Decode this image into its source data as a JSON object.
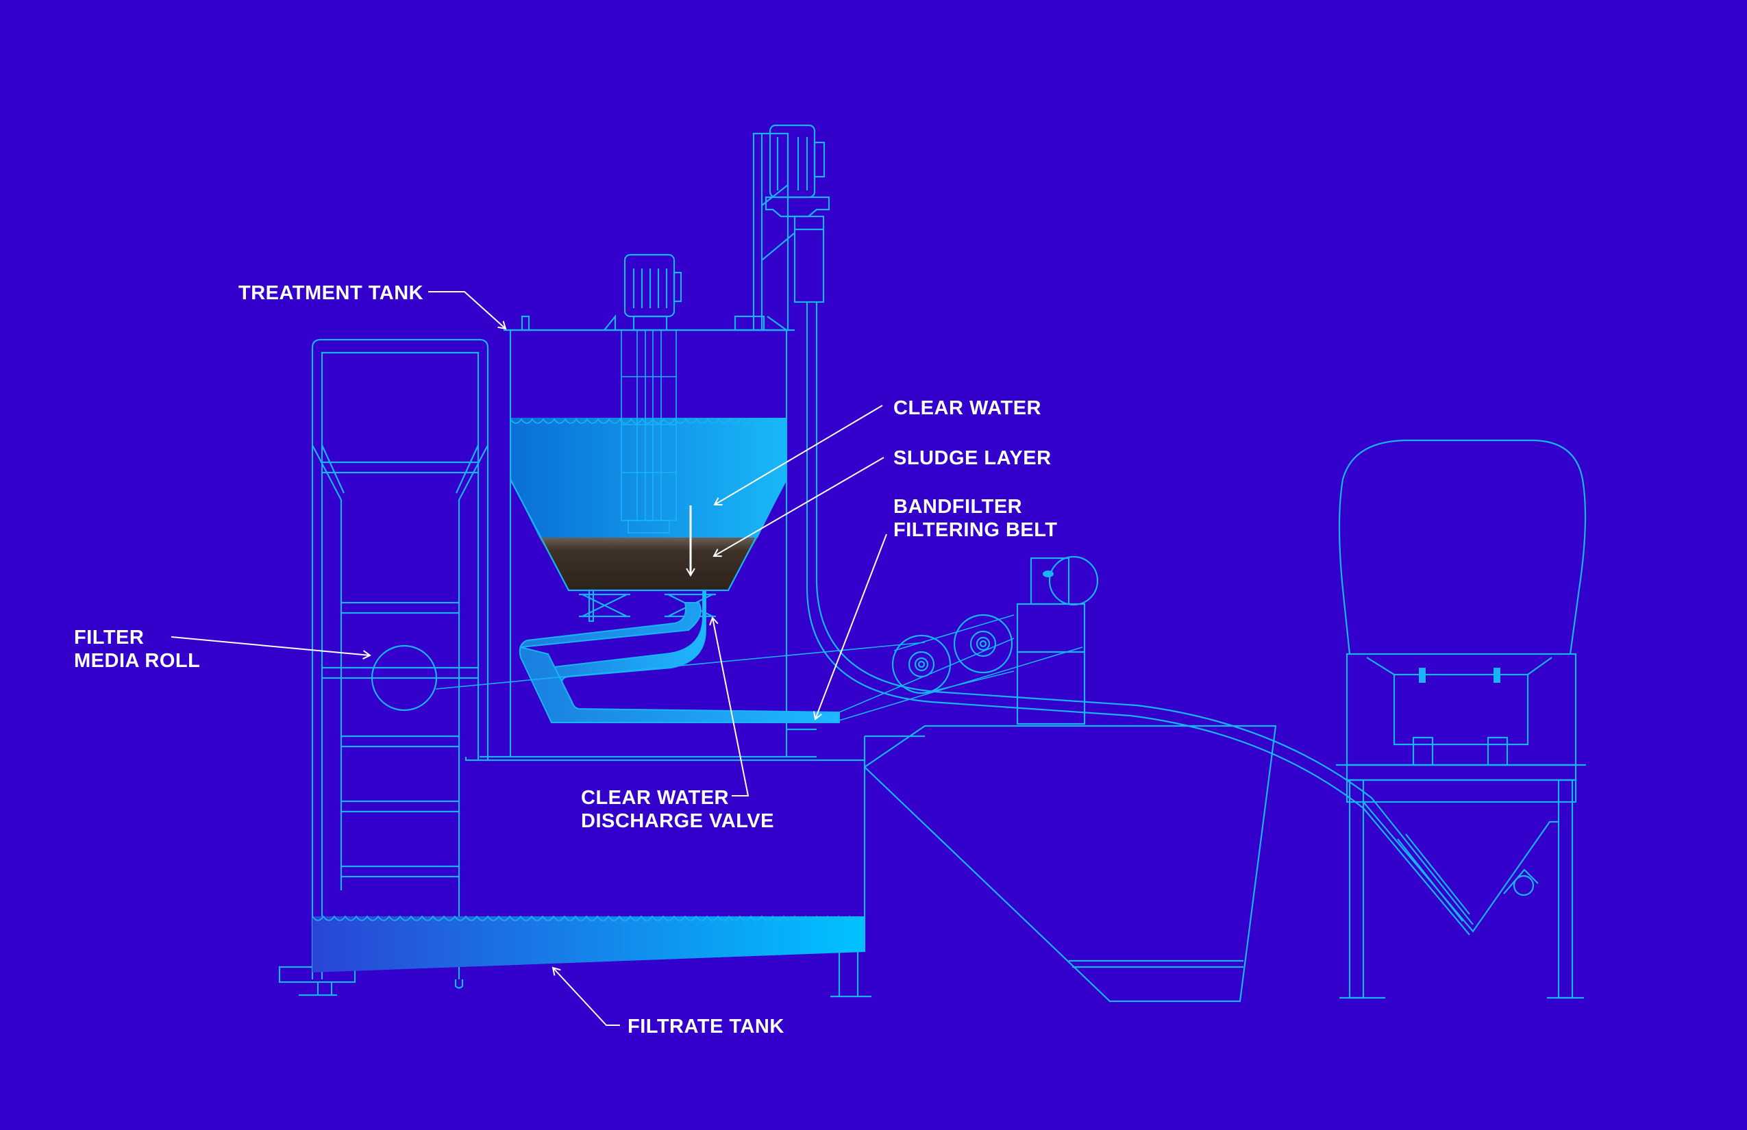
{
  "labels": {
    "treatment_tank": "TREATMENT TANK",
    "clear_water": "CLEAR WATER",
    "sludge_layer": "SLUDGE LAYER",
    "bandfilter_line1": "BANDFILTER",
    "bandfilter_line2": "FILTERING BELT",
    "filter_media_line1": "FILTER",
    "filter_media_line2": "MEDIA ROLL",
    "discharge_line1": "CLEAR WATER",
    "discharge_line2": "DISCHARGE VALVE",
    "filtrate_tank": "FILTRATE TANK"
  },
  "colors": {
    "background": "#3300cc",
    "line": "#19b4f7",
    "water": "#1aaef0",
    "sludge": "#4a3a2a",
    "label": "#ffffff"
  }
}
